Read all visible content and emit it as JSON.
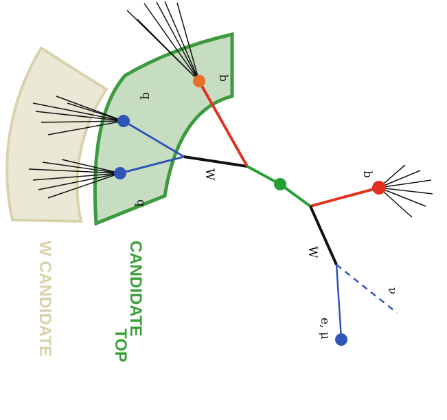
{
  "diagram": {
    "candidates": {
      "w_candidate": "W CANDIDATE",
      "top_candidate_line1": "TOP",
      "top_candidate_line2": "CANDIDATE"
    },
    "labels": {
      "quark_top": "q",
      "quark_bottom": "q",
      "b_jet_upper": "b",
      "b_jet_lower": "b",
      "w_hadronic": "W",
      "w_leptonic": "W",
      "neutrino": "ν",
      "lepton": "e, μ"
    }
  },
  "colors": {
    "w_region": "#ece8d6",
    "w_region_stroke": "#d8d3aa",
    "top_region": "#c6ddc2",
    "top_region_stroke": "#3d9a3d",
    "b_quark": "#e0321e",
    "b_quark_upper_dot": "#e8702a",
    "light_quark": "#2f55b8",
    "top_vertex": "#22a033",
    "w_boson": "#111111",
    "lepton": "#2f55b8"
  }
}
